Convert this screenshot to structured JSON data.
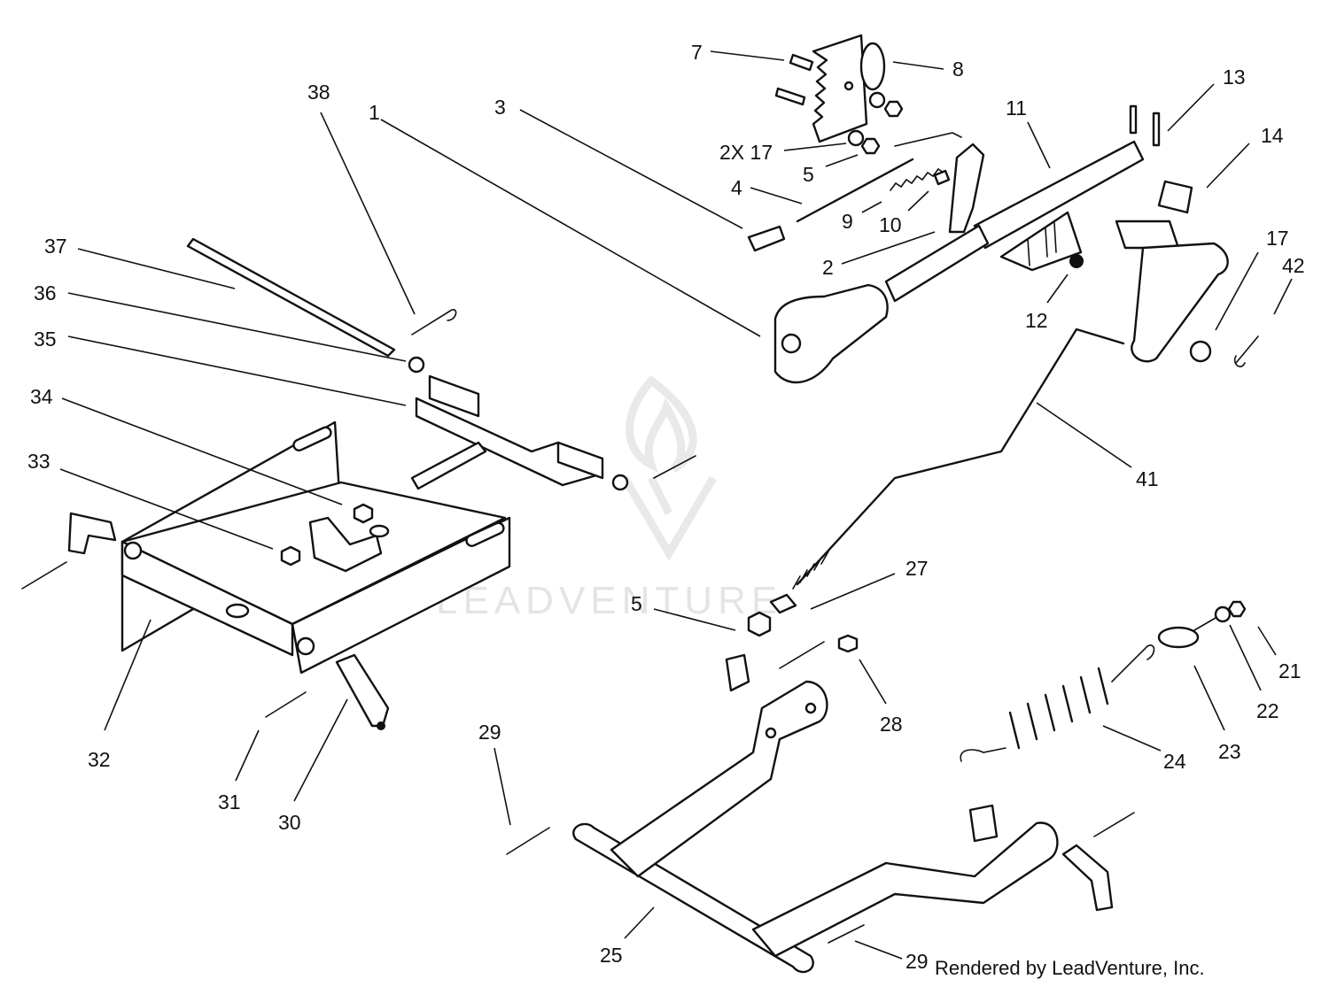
{
  "watermark": {
    "text": "LEADVENTURE"
  },
  "credit": "Rendered by LeadVenture, Inc.",
  "callouts": [
    {
      "id": "c1",
      "label": "1"
    },
    {
      "id": "c2",
      "label": "2"
    },
    {
      "id": "c3",
      "label": "3"
    },
    {
      "id": "c4",
      "label": "4"
    },
    {
      "id": "c5a",
      "label": "5"
    },
    {
      "id": "c5b",
      "label": "5"
    },
    {
      "id": "c7",
      "label": "7"
    },
    {
      "id": "c8",
      "label": "8"
    },
    {
      "id": "c9",
      "label": "9"
    },
    {
      "id": "c10",
      "label": "10"
    },
    {
      "id": "c11",
      "label": "11"
    },
    {
      "id": "c12",
      "label": "12"
    },
    {
      "id": "c13",
      "label": "13"
    },
    {
      "id": "c14",
      "label": "14"
    },
    {
      "id": "c17a",
      "label": "2X 17"
    },
    {
      "id": "c17b",
      "label": "17"
    },
    {
      "id": "c21",
      "label": "21"
    },
    {
      "id": "c22",
      "label": "22"
    },
    {
      "id": "c23",
      "label": "23"
    },
    {
      "id": "c24",
      "label": "24"
    },
    {
      "id": "c25",
      "label": "25"
    },
    {
      "id": "c27",
      "label": "27"
    },
    {
      "id": "c28",
      "label": "28"
    },
    {
      "id": "c29a",
      "label": "29"
    },
    {
      "id": "c29b",
      "label": "29"
    },
    {
      "id": "c30",
      "label": "30"
    },
    {
      "id": "c31",
      "label": "31"
    },
    {
      "id": "c32",
      "label": "32"
    },
    {
      "id": "c33",
      "label": "33"
    },
    {
      "id": "c34",
      "label": "34"
    },
    {
      "id": "c35",
      "label": "35"
    },
    {
      "id": "c36",
      "label": "36"
    },
    {
      "id": "c37",
      "label": "37"
    },
    {
      "id": "c38",
      "label": "38"
    },
    {
      "id": "c41",
      "label": "41"
    },
    {
      "id": "c42",
      "label": "42"
    }
  ]
}
